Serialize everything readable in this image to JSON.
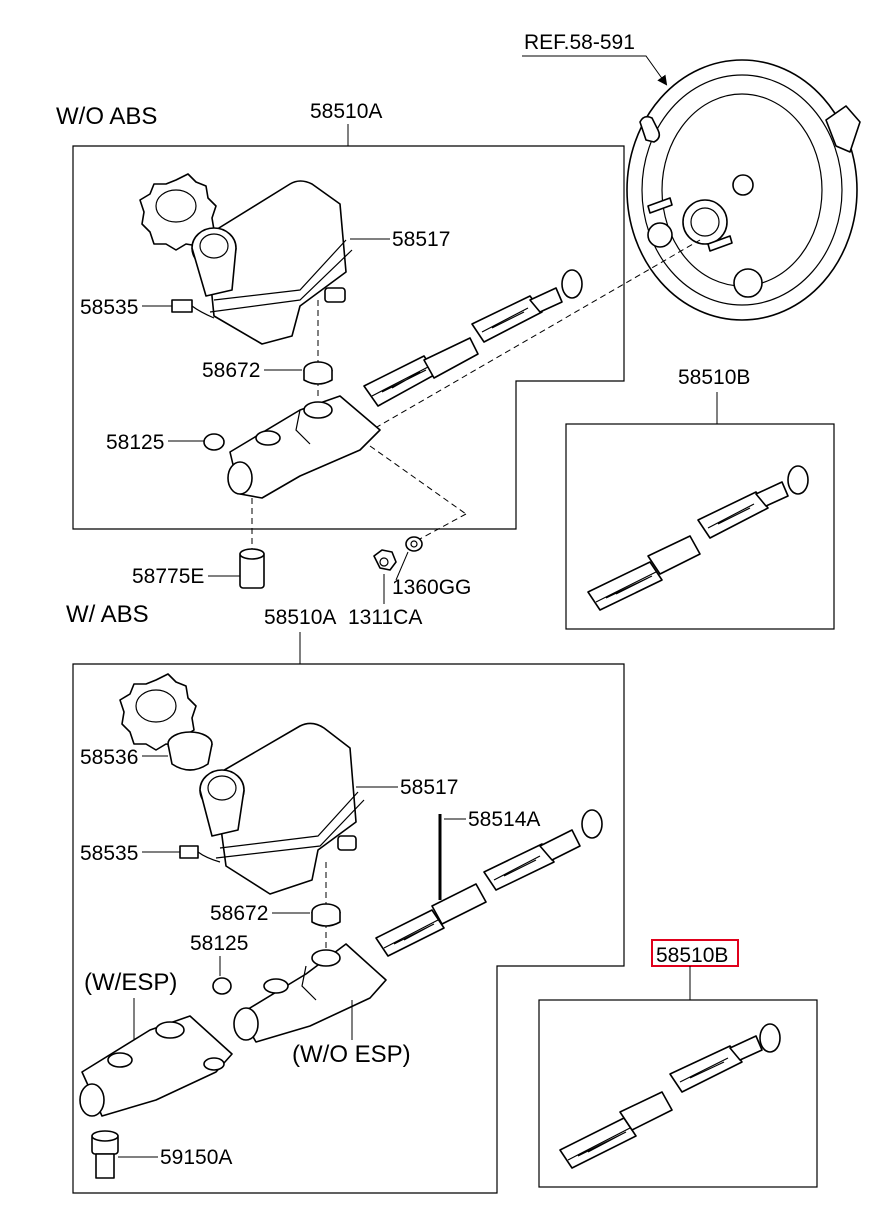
{
  "headers": {
    "wo_abs": "W/O ABS",
    "w_abs": "W/ ABS",
    "w_esp": "(W/ESP)",
    "wo_esp": "(W/O ESP)"
  },
  "labels": {
    "ref": "REF.58-591",
    "top_assembly": "58510A",
    "top_reservoir": "58517",
    "top_sensor": "58535",
    "top_grommet": "58672",
    "top_nut": "58125",
    "top_union": "58775E",
    "nut_1311": "1311CA",
    "washer_1360": "1360GG",
    "kit_top": "58510B",
    "bottom_assembly": "58510A",
    "bottom_cap": "58536",
    "bottom_reservoir": "58517",
    "bottom_pin": "58514A",
    "bottom_sensor": "58535",
    "bottom_grommet": "58672",
    "bottom_nut": "58125",
    "bottom_switch": "59150A",
    "kit_bottom": "58510B"
  },
  "highlight_color": "#e0001b"
}
